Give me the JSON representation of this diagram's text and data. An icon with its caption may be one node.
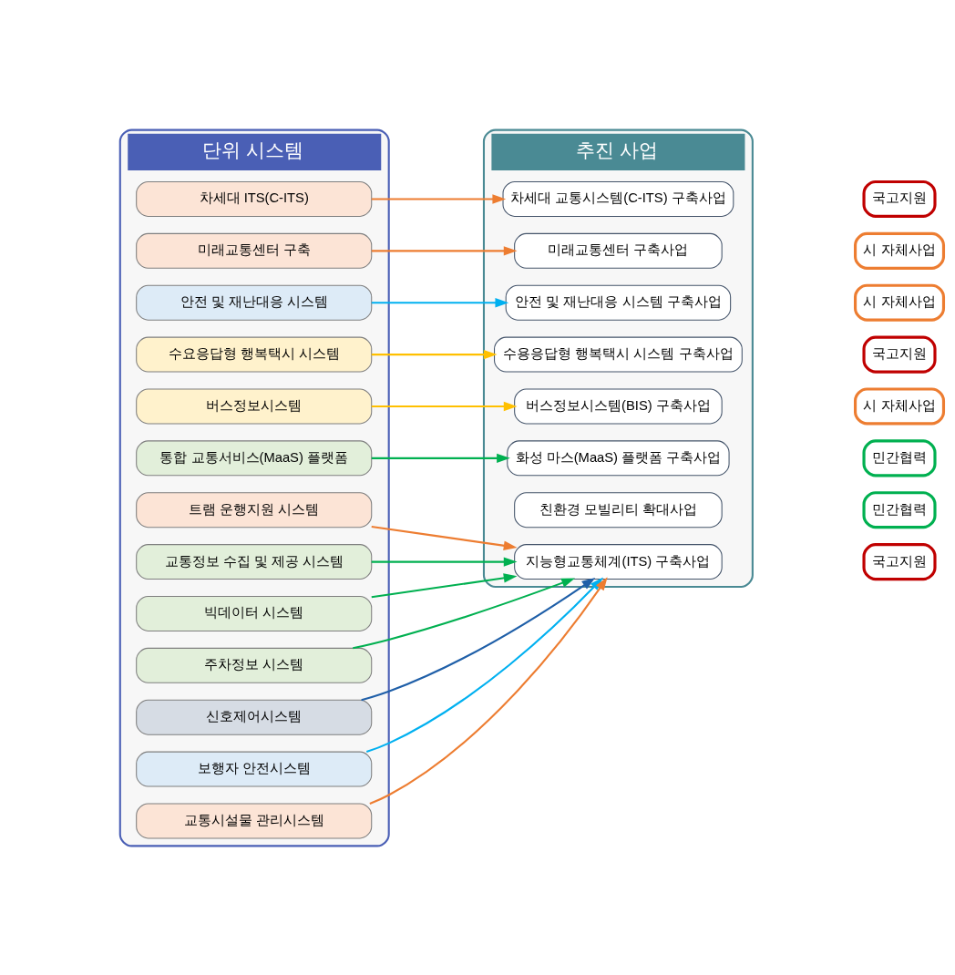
{
  "diagram": {
    "nodes": [
      {
        "text": [
          "단위 시스템"
        ]
      },
      {
        "text": [
          "교통정보 수집 및 제공 시스템"
        ],
        "in": 0
      },
      {
        "text": [
          "빅데이터 시스템"
        ],
        "in": 0
      },
      {
        "text": [
          "통합 교통서비스(MaaS) 플랫폼"
        ],
        "in": 0
      },
      {
        "text": [
          "주차정보 시스템"
        ],
        "in": 0
      },
      {
        "text": [
          "버스정보시스템"
        ],
        "in": 0
      },
      {
        "text": [
          "수요응답형 행복택시 시스템"
        ],
        "in": 0
      },
      {
        "text": [
          "신호제어시스템"
        ],
        "in": 0
      },
      {
        "text": [
          "보행자 안전시스템"
        ],
        "in": 0
      },
      {
        "text": [
          "안전 및 재난대응 시스템"
        ],
        "in": 0
      },
      {
        "text": [
          "미래교통센터 구축"
        ],
        "in": 0
      },
      {
        "text": [
          "교통시설물 관리시스템"
        ],
        "in": 0
      },
      {
        "text": [
          "트램 운행지원 시스템"
        ],
        "in": 0
      },
      {
        "text": [
          "차세대 ITS(C-ITS)"
        ],
        "in": 0
      },
      {
        "text": [
          "추진 사업"
        ]
      },
      {
        "text": [
          "지능형교통체계(ITS) 구축사업"
        ],
        "in": 14
      },
      {
        "text": [
          "국고지원"
        ]
      },
      {
        "text": [
          "친환경 모빌리티 확대사업"
        ],
        "in": 14
      },
      {
        "text": [
          "민간협력"
        ]
      },
      {
        "text": [
          "화성 마스(MaaS) 플랫폼 구축사업"
        ],
        "in": 14
      },
      {
        "text": [
          "민간협력"
        ]
      },
      {
        "text": [
          "버스정보시스템(BIS) 구축사업"
        ],
        "in": 14
      },
      {
        "text": [
          "시 자체사업"
        ]
      },
      {
        "text": [
          "수용응답형 행복택시 시스템 구축사업"
        ],
        "in": 14
      },
      {
        "text": [
          "국고지원"
        ]
      },
      {
        "text": [
          "안전 및 재난대응 시스템 구축사업"
        ],
        "in": 14
      },
      {
        "text": [
          "시 자체사업"
        ]
      },
      {
        "text": [
          "미래교통센터 구축사업"
        ],
        "in": 14
      },
      {
        "text": [
          "시 자체사업"
        ]
      },
      {
        "text": [
          "차세대 교통시스템(C-ITS) 구축사업"
        ],
        "in": 14
      },
      {
        "text": [
          "국고지원"
        ]
      }
    ],
    "edges": [
      {
        "from": 1,
        "to": 15,
        "arrow": "to",
        "color": "#00b050"
      },
      {
        "from": 2,
        "to": 15,
        "arrow": "to",
        "color": "#00b050"
      },
      {
        "from": 3,
        "to": 19,
        "arrow": "to",
        "color": "#00b050"
      },
      {
        "from": 4,
        "to": 15,
        "arrow": "to",
        "color": "#00b050"
      },
      {
        "from": 5,
        "to": 21,
        "arrow": "to",
        "color": "#ffc000"
      },
      {
        "from": 6,
        "to": 23,
        "arrow": "to",
        "color": "#ffc000"
      },
      {
        "from": 7,
        "to": 15,
        "arrow": "to",
        "color": "#1f5fa8"
      },
      {
        "from": 8,
        "to": 15,
        "arrow": "to",
        "color": "#00b0f0"
      },
      {
        "from": 9,
        "to": 25,
        "arrow": "to",
        "color": "#00b0f0"
      },
      {
        "from": 10,
        "to": 27,
        "arrow": "to",
        "color": "#ed7d31"
      },
      {
        "from": 11,
        "to": 15,
        "arrow": "to",
        "color": "#ed7d31"
      },
      {
        "from": 12,
        "to": 15,
        "arrow": "to",
        "color": "#ed7d31"
      },
      {
        "from": 13,
        "to": 29,
        "arrow": "to",
        "color": "#ed7d31"
      }
    ]
  }
}
